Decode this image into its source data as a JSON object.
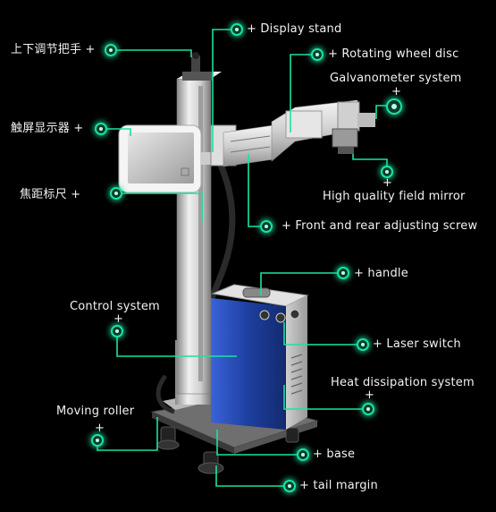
{
  "labels": {
    "height_handle": "上下调节把手 +",
    "display_stand": "+ Display stand",
    "rotating_wheel": "+ Rotating wheel disc",
    "galvanometer": "Galvanometer system",
    "touch_screen": "触屏显示器 +",
    "focus_scale": "焦距标尺 +",
    "field_mirror": "High quality field mirror",
    "adjust_screw": "+ Front and rear adjusting screw",
    "handle": "+ handle",
    "control_system": "Control system",
    "laser_switch": "+ Laser switch",
    "heat_dissipation": "Heat dissipation system",
    "moving_roller": "Moving roller",
    "base": "+ base",
    "tail_margin": "+ tail margin",
    "plus": "+"
  },
  "colors": {
    "accent": "#19e3a3",
    "background": "#000000",
    "cabinet_blue": "#1f3fa0",
    "metal": "#d8d8d8"
  }
}
